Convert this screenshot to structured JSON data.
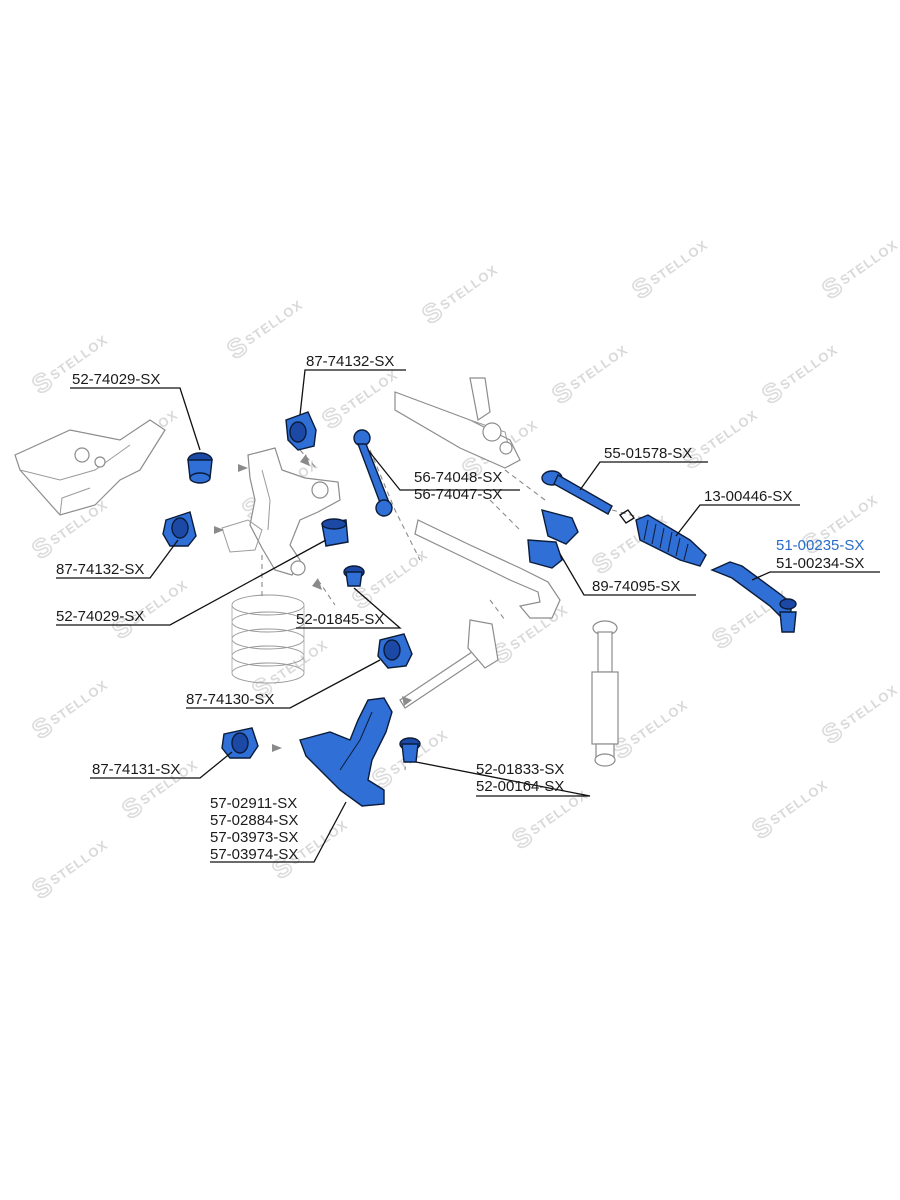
{
  "brand": {
    "watermark_text": "STELLOX",
    "watermark_glyph": "S",
    "part_color": "#2f6fd6",
    "highlight_color": "#2a6cc7"
  },
  "labels": {
    "upper_bushing_left": "52-74029-SX",
    "upper_bushing_top": "87-74132-SX",
    "stabilizer_link_a": "56-74048-SX",
    "stabilizer_link_b": "56-74047-SX",
    "inner_tie_rod": "55-01578-SX",
    "steering_boot": "13-00446-SX",
    "tie_rod_end_a": "51-00235-SX",
    "tie_rod_end_b": "51-00234-SX",
    "arm_bushing_left": "87-74132-SX",
    "stabilizer_bushing": "89-74095-SX",
    "ball_joint_upper_left": "52-74029-SX",
    "ball_joint_mid": "52-01845-SX",
    "lower_bushing": "87-74130-SX",
    "lower_bushing_left": "87-74131-SX",
    "ball_joint_lower_a": "52-01833-SX",
    "ball_joint_lower_b": "52-00164-SX",
    "control_arm_a": "57-02911-SX",
    "control_arm_b": "57-02884-SX",
    "control_arm_c": "57-03973-SX",
    "control_arm_d": "57-03974-SX"
  },
  "icons": [
    "stellox-watermark",
    "bushing-icon",
    "ball-joint-icon",
    "tie-rod-end-icon",
    "control-arm-icon",
    "steering-boot-icon",
    "coil-spring-icon",
    "shock-absorber-icon"
  ]
}
